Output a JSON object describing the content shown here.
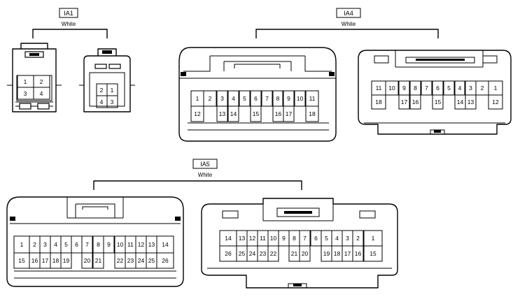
{
  "groups": [
    {
      "id": "ia1",
      "label": "IA1",
      "color": "White"
    },
    {
      "id": "ia4",
      "label": "IA4",
      "color": "White"
    },
    {
      "id": "ia5",
      "label": "IA5",
      "color": "White"
    }
  ],
  "ia1_female_pins": [
    "1",
    "2",
    "3",
    "4"
  ],
  "ia1_male_pins": [
    "2",
    "1",
    "4",
    "3"
  ],
  "ia4_female_top": [
    "1",
    "2",
    "3",
    "4",
    "5",
    "6",
    "7",
    "8",
    "9",
    "10",
    "11"
  ],
  "ia4_female_bottom": [
    "12",
    "13",
    "14",
    "15",
    "16",
    "17",
    "18"
  ],
  "ia4_male_top": [
    "11",
    "10",
    "9",
    "8",
    "7",
    "6",
    "5",
    "4",
    "3",
    "2",
    "1"
  ],
  "ia4_male_bottom": [
    "18",
    "17",
    "16",
    "15",
    "14",
    "13",
    "12"
  ],
  "ia5_female_top": [
    "1",
    "2",
    "3",
    "4",
    "5",
    "6",
    "7",
    "8",
    "9",
    "10",
    "11",
    "12",
    "13",
    "14"
  ],
  "ia5_female_bottom": [
    "15",
    "16",
    "17",
    "18",
    "19",
    "20",
    "21",
    "22",
    "23",
    "24",
    "25",
    "26"
  ],
  "ia5_male_top": [
    "14",
    "13",
    "12",
    "11",
    "10",
    "9",
    "8",
    "7",
    "6",
    "5",
    "4",
    "3",
    "2",
    "1"
  ],
  "ia5_male_bottom": [
    "26",
    "25",
    "24",
    "23",
    "22",
    "21",
    "20",
    "19",
    "18",
    "17",
    "16",
    "15"
  ]
}
